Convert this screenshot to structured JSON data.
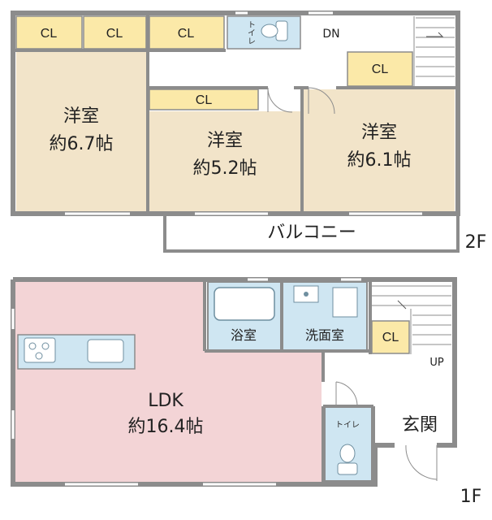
{
  "colors": {
    "wall": "#8c8c8c",
    "room": "#f2e4c9",
    "ldk": "#f3d4d6",
    "closet": "#fbe9a8",
    "water": "#cfe6f2",
    "floor_plain": "#ffffff"
  },
  "floor2": {
    "floor_label": "2F",
    "dn": "DN",
    "balcony": "バルコニー",
    "rooms": [
      {
        "name": "洋室",
        "size": "約6.7帖"
      },
      {
        "name": "洋室",
        "size": "約5.2帖"
      },
      {
        "name": "洋室",
        "size": "約6.1帖"
      }
    ],
    "closets": [
      "CL",
      "CL",
      "CL",
      "CL",
      "CL"
    ],
    "toilet": "トイレ"
  },
  "floor1": {
    "floor_label": "1F",
    "up": "UP",
    "ldk": {
      "name": "LDK",
      "size": "約16.4帖"
    },
    "bath": "浴室",
    "washroom": "洗面室",
    "closet": "CL",
    "toilet": "トイレ",
    "entrance": "玄関"
  }
}
